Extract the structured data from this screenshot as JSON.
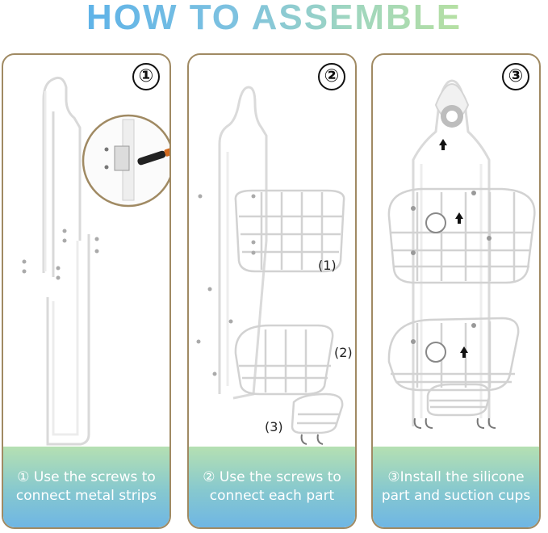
{
  "title": "HOW TO ASSEMBLE",
  "panels": [
    {
      "number": "①",
      "caption": "① Use the screws to connect metal strips"
    },
    {
      "number": "②",
      "caption": "② Use the screws to connect each part",
      "labels": [
        "(1)",
        "(2)",
        "(3)"
      ]
    },
    {
      "number": "③",
      "caption": "③Install the silicone part and suction cups"
    }
  ],
  "colors": {
    "border": "#a08a63",
    "caption_start": "#b5e0b2",
    "caption_end": "#6fb6e4",
    "title_start": "#5fb3e8",
    "title_end": "#b6e0a2"
  }
}
